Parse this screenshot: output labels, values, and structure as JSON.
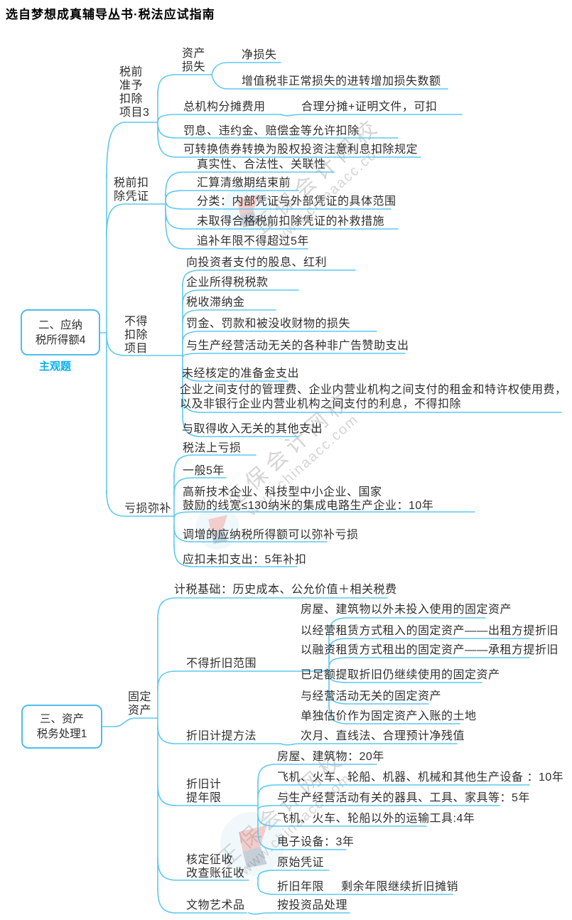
{
  "header": {
    "title": "选自梦想成真辅导丛书·税法应试指南"
  },
  "watermark": {
    "brand": "正保会计网校",
    "url": "www.chinaacc.com"
  },
  "colors": {
    "line": "#5ec8f0",
    "accent": "#00b0f0",
    "text": "#2f2f2f"
  },
  "map1": {
    "root": {
      "label": "二、应纳\n税所得额4",
      "tag": "主观题"
    },
    "branches": [
      {
        "label": "税前\n准予\n扣除\n项目3",
        "children": [
          {
            "label": "资产\n损失",
            "children": [
              {
                "label": "净损失"
              },
              {
                "label": "增值税非正常损失的进转增加损失数额"
              }
            ]
          },
          {
            "label": "总机构分摊费用",
            "children": [
              {
                "label": "合理分摊+证明文件，可扣"
              }
            ]
          },
          {
            "label": "罚息、违约金、赔偿金等允许扣除"
          },
          {
            "label": "可转换债券转换为股权投资注意利息扣除规定"
          }
        ]
      },
      {
        "label": "税前扣\n除凭证",
        "children": [
          {
            "label": "真实性、合法性、关联性"
          },
          {
            "label": "汇算清缴期结束前"
          },
          {
            "label": "分类：内部凭证与外部凭证的具体范围"
          },
          {
            "label": "未取得合格税前扣除凭证的补救措施"
          },
          {
            "label": "追补年限不得超过5年"
          }
        ]
      },
      {
        "label": "不得\n扣除\n项目",
        "children": [
          {
            "label": "向投资者支付的股息、红利"
          },
          {
            "label": "企业所得税税款"
          },
          {
            "label": "税收滞纳金"
          },
          {
            "label": "罚金、罚款和被没收财物的损失"
          },
          {
            "label": "与生产经营活动无关的各种非广告赞助支出"
          },
          {
            "label": "未经核定的准备金支出"
          },
          {
            "label": "企业之间支付的管理费、企业内营业机构之间支付的租金和特许权使用费，\n以及非银行企业内营业机构之间支付的利息，不得扣除"
          },
          {
            "label": "与取得收入无关的其他支出"
          }
        ]
      },
      {
        "label": "亏损弥补",
        "children": [
          {
            "label": "税法上亏损"
          },
          {
            "label": "一般5年"
          },
          {
            "label": "高新技术企业、科技型中小企业、国家\n鼓励的线宽≤130纳米的集成电路生产企业：10年"
          },
          {
            "label": "调增的应纳税所得额可以弥补亏损"
          },
          {
            "label": "应扣未扣支出：5年补扣"
          }
        ]
      }
    ]
  },
  "map2": {
    "root": {
      "label": "三、资产\n税务处理1"
    },
    "branches": [
      {
        "label": "固定\n资产",
        "children": [
          {
            "label": "计税基础：历史成本、公允价值＋相关税费"
          },
          {
            "label": "不得折旧范围",
            "children": [
              {
                "label": "房屋、建筑物以外未投入使用的固定资产"
              },
              {
                "label": "以经营租赁方式租入的固定资产——出租方提折旧"
              },
              {
                "label": "以融资租赁方式租出的固定资产——承租方提折旧"
              },
              {
                "label": "已足额提取折旧仍继续使用的固定资产"
              },
              {
                "label": "与经营活动无关的固定资产"
              },
              {
                "label": "单独估价作为固定资产入账的土地"
              }
            ]
          },
          {
            "label": "折旧计提方法",
            "children": [
              {
                "label": "次月、直线法、合理预计净残值"
              }
            ]
          },
          {
            "label": "折旧计\n提年限",
            "children": [
              {
                "label": "房屋、建筑物：20年"
              },
              {
                "label": "飞机、火车、轮船、机器、机械和其他生产设备 ：10年"
              },
              {
                "label": "与生产经营活动有关的器具、工具、家具等：5年"
              },
              {
                "label": "飞机、火车、轮船以外的运输工具:4年"
              },
              {
                "label": "电子设备：3年"
              }
            ]
          },
          {
            "label": "核定征收\n改查账征收",
            "children": [
              {
                "label": "原始凭证"
              },
              {
                "label": "折旧年限",
                "children": [
                  {
                    "label": "剩余年限继续折旧摊销"
                  }
                ]
              }
            ]
          },
          {
            "label": "文物艺术品",
            "children": [
              {
                "label": "按投资品处理"
              }
            ]
          }
        ]
      }
    ]
  }
}
